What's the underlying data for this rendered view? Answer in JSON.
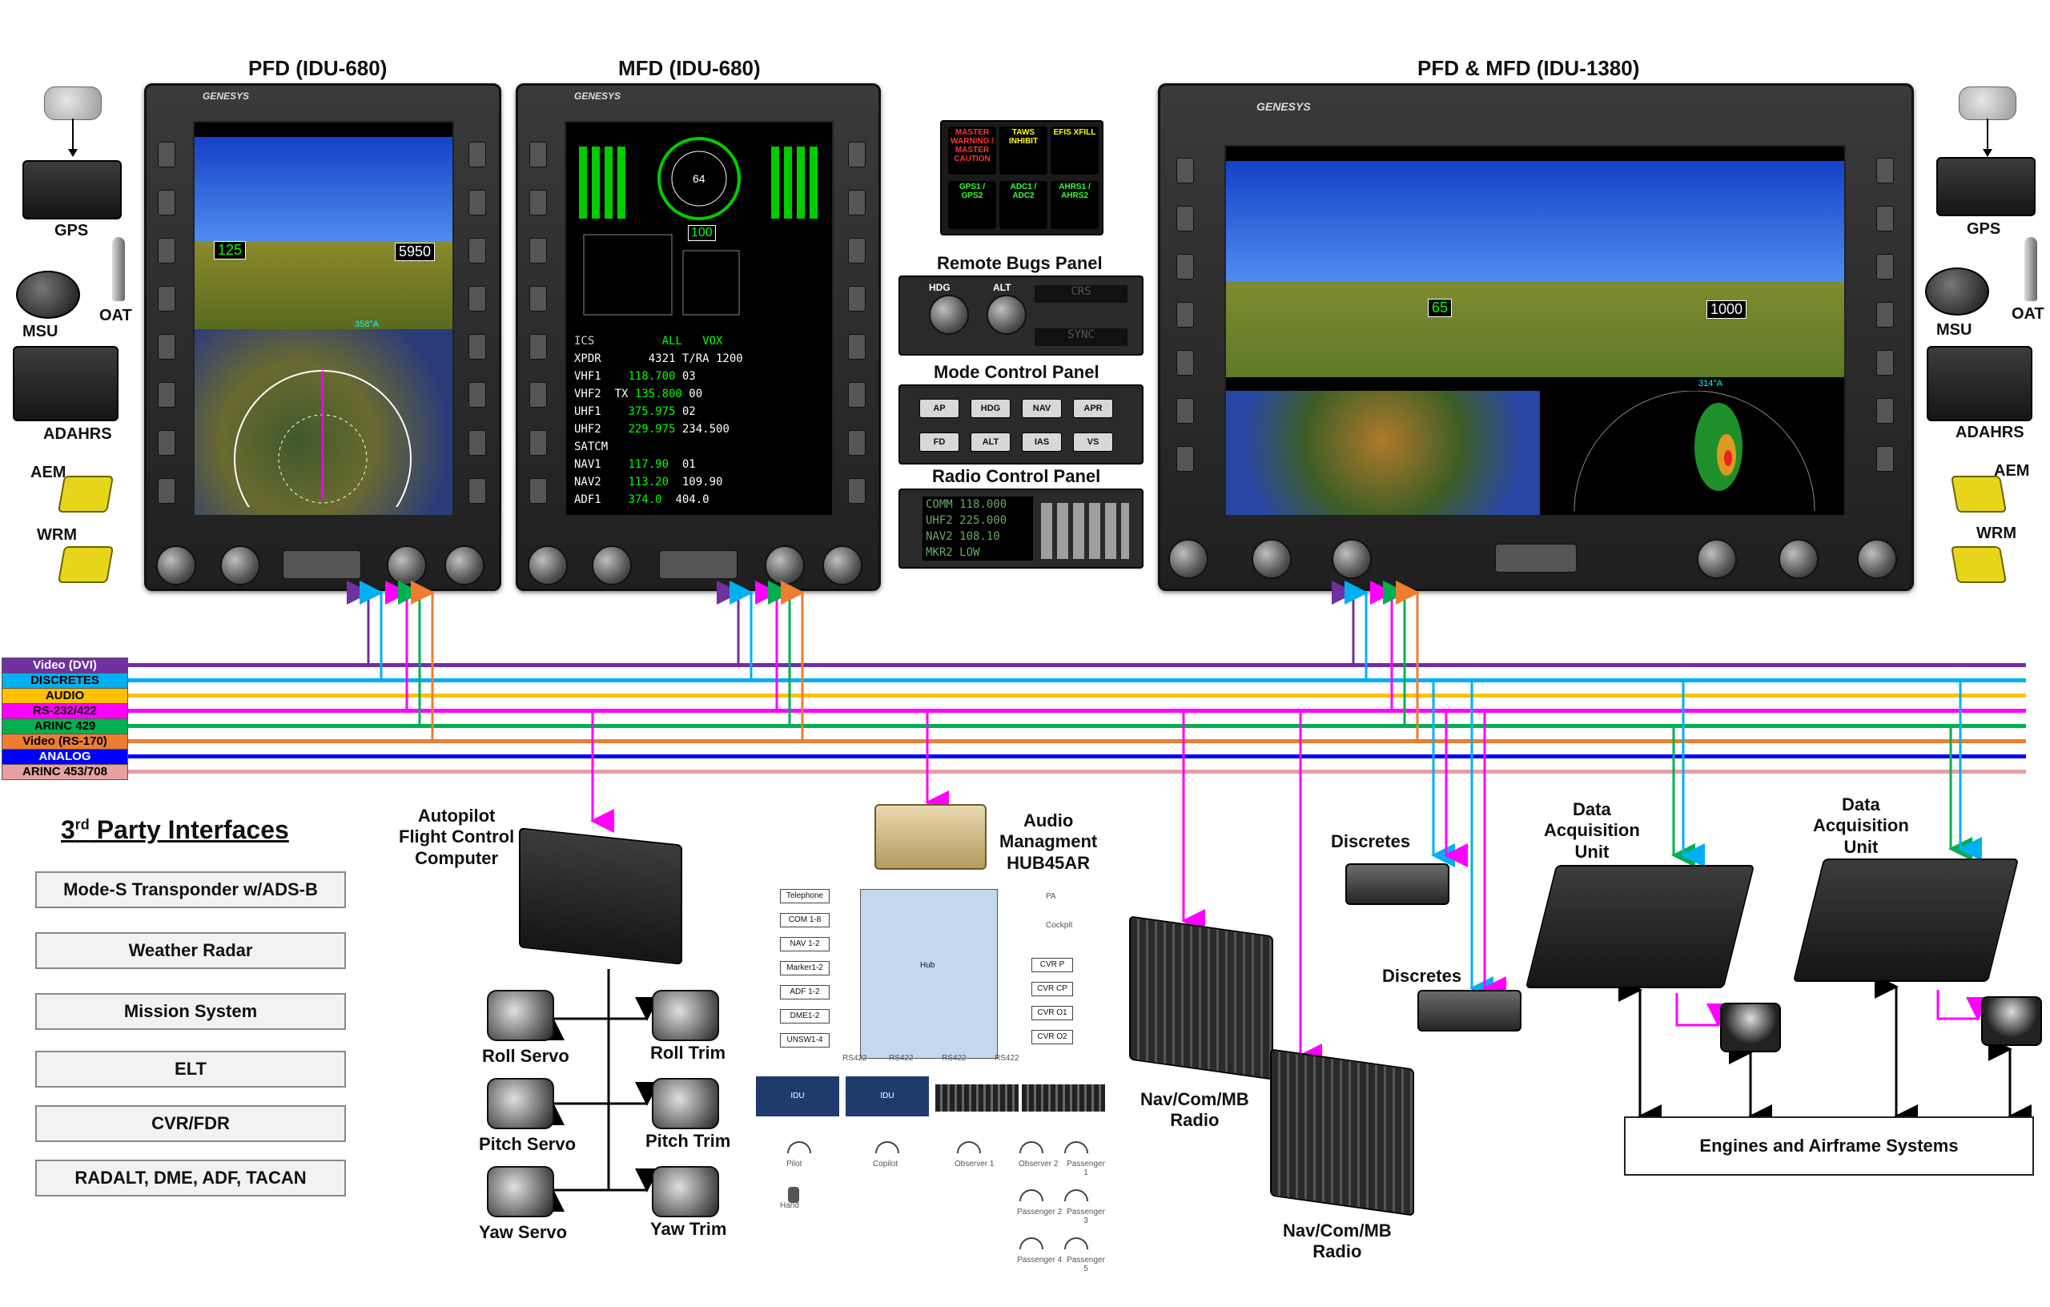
{
  "titles": {
    "pfd": "PFD (IDU-680)",
    "mfd": "MFD (IDU-680)",
    "pfdmfd": "PFD & MFD (IDU-1380)"
  },
  "panels": {
    "remote_bugs": "Remote Bugs Panel",
    "mode_control": "Mode Control Panel",
    "radio_control": "Radio Control Panel",
    "mode_buttons": [
      "AP",
      "HDG",
      "NAV",
      "APR",
      "FD",
      "ALT",
      "IAS",
      "VS"
    ],
    "radio_lines": [
      "COMM 118.000",
      "UHF2 225.000",
      "NAV2 108.10",
      "MKR2 LOW"
    ],
    "bug_buttons": [
      "HDG",
      "ALT",
      "CRS",
      "SYNC"
    ],
    "switches": [
      "MASTER WARNING / MASTER CAUTION",
      "TAWS INHIBIT",
      "EFIS XFILL",
      "GPS1 / GPS2",
      "ADC1 / ADC2",
      "AHRS1 / AHRS2"
    ]
  },
  "brand": "GENESYS",
  "left_sensors": [
    "GPS",
    "MSU",
    "OAT",
    "ADAHRS",
    "AEM",
    "WRM"
  ],
  "right_sensors": [
    "GPS",
    "MSU",
    "OAT",
    "ADAHRS",
    "AEM",
    "WRM"
  ],
  "buses": [
    {
      "name": "Video (DVI)",
      "color": "#7030a0"
    },
    {
      "name": "DISCRETES",
      "color": "#00b0f0"
    },
    {
      "name": "AUDIO",
      "color": "#ffc000"
    },
    {
      "name": "RS-232/422",
      "color": "#ff00ff"
    },
    {
      "name": "ARINC 429",
      "color": "#00b050"
    },
    {
      "name": "Video (RS-170)",
      "color": "#ed7d31"
    },
    {
      "name": "ANALOG",
      "color": "#0000ff"
    },
    {
      "name": "ARINC 453/708",
      "color": "#e6a0a0"
    }
  ],
  "third_party": {
    "title_main": "3",
    "title_sup": "rd",
    "title_rest": " Party Interfaces",
    "items": [
      "Mode-S Transponder w/ADS-B",
      "Weather Radar",
      "Mission System",
      "ELT",
      "CVR/FDR",
      "RADALT, DME, ADF, TACAN"
    ]
  },
  "autopilot": {
    "label": "Autopilot\nFlight Control\nComputer",
    "servos": [
      "Roll Servo",
      "Pitch Servo",
      "Yaw Servo"
    ],
    "trims": [
      "Roll Trim",
      "Pitch Trim",
      "Yaw Trim"
    ]
  },
  "audio": {
    "label": "Audio\nManagment\nHUB45AR",
    "hub": "Hub",
    "inputs": [
      "Telephone",
      "COM 1-8",
      "NAV 1-2",
      "Marker1-2",
      "ADF 1-2",
      "DME1-2",
      "UNSW1-4"
    ],
    "outputs": [
      "PA",
      "Cockpit",
      "CVR P",
      "CVR CP",
      "CVR O1",
      "CVR O2"
    ],
    "rs": [
      "RS422",
      "RS422",
      "RS422",
      "RS422"
    ],
    "idu": [
      "IDU",
      "IDU"
    ],
    "people": [
      "Pilot",
      "Copilot",
      "Observer 1",
      "Observer 2",
      "Passenger 1",
      "Passenger 2",
      "Passenger 3",
      "Passenger 4",
      "Passenger 5",
      "Hand"
    ]
  },
  "devices": {
    "discretes1": "Discretes",
    "discretes2": "Discretes",
    "radio1": "Nav/Com/MB\nRadio",
    "radio2": "Nav/Com/MB\nRadio",
    "dau1": "Data\nAcquisition\nUnit",
    "dau2": "Data\nAcquisition\nUnit",
    "engines": "Engines and Airframe Systems"
  },
  "pfd_readouts": {
    "speed": "125",
    "alt": "5950",
    "hdg": "358°A"
  },
  "wide_readouts": {
    "speed": "65",
    "alt": "1000",
    "hdg": "314°A"
  },
  "mfd_engine": {
    "ff": "64",
    "np": "100"
  }
}
